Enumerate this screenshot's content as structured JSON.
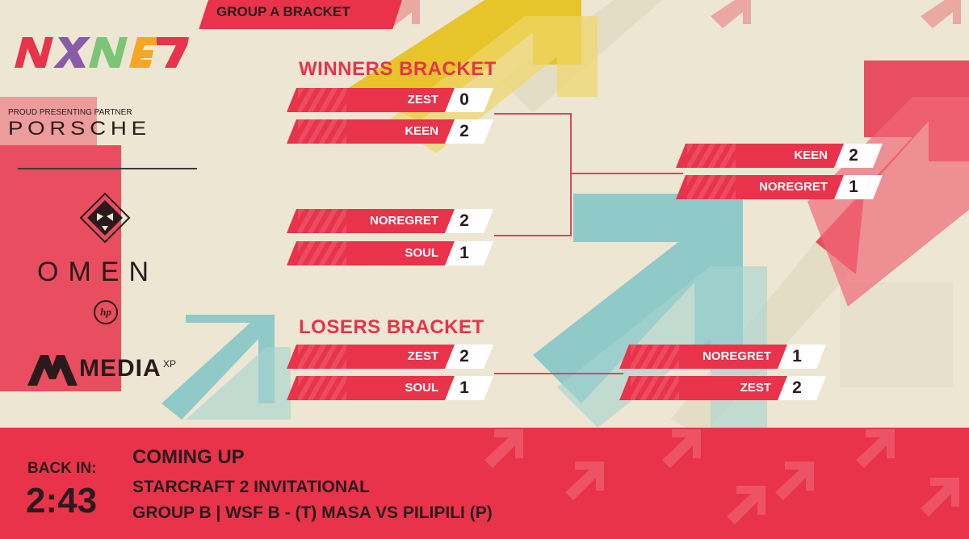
{
  "header": {
    "title": "GROUP A BRACKET"
  },
  "sidebar": {
    "logo_text": "NXNE7",
    "partner_label": "PROUD PRESENTING PARTNER",
    "porsche": "PORSCHE",
    "omen": "OMEN",
    "hp": "hp",
    "media": "MEDIA",
    "media_sup": "XP"
  },
  "winners": {
    "title": "WINNERS BRACKET",
    "match1": [
      {
        "name": "ZEST",
        "score": "0"
      },
      {
        "name": "KEEN",
        "score": "2"
      }
    ],
    "match2": [
      {
        "name": "NOREGRET",
        "score": "2"
      },
      {
        "name": "SOUL",
        "score": "1"
      }
    ],
    "final": [
      {
        "name": "KEEN",
        "score": "2"
      },
      {
        "name": "NOREGRET",
        "score": "1"
      }
    ]
  },
  "losers": {
    "title": "LOSERS BRACKET",
    "match1": [
      {
        "name": "ZEST",
        "score": "2"
      },
      {
        "name": "SOUL",
        "score": "1"
      }
    ],
    "final": [
      {
        "name": "NOREGRET",
        "score": "1"
      },
      {
        "name": "ZEST",
        "score": "2"
      }
    ]
  },
  "footer": {
    "back_label": "BACK IN:",
    "timer": "2:43",
    "heading": "COMING UP",
    "line1": "STARCRAFT 2 INVITATIONAL",
    "line2": "GROUP B | WSF B - (T) MASA VS PILIPILI (P)"
  },
  "colors": {
    "accent_red": "#e8334a",
    "teal": "#8fc9c8",
    "yellow": "#e7c52a",
    "background": "#ece6d3",
    "text_dark": "#2a1a1c"
  }
}
